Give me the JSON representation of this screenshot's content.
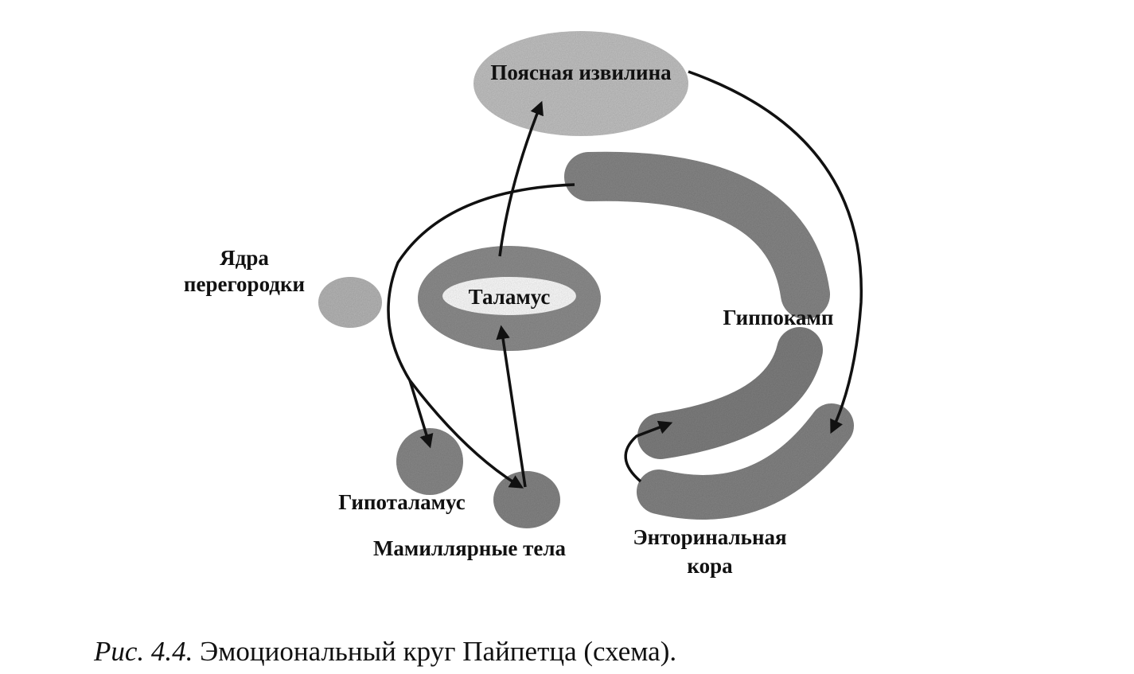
{
  "diagram": {
    "nodes": {
      "cingulate": "Поясная извилина",
      "thalamus": "Таламус",
      "septal_line1": "Ядра",
      "septal_line2": "перегородки",
      "hippocampus": "Гиппокамп",
      "hypothalamus": "Гипоталамус",
      "mamillary": "Мамиллярные тела",
      "entorhinal_line1": "Энторинальная",
      "entorhinal_line2": "кора"
    },
    "colors": {
      "light": "#bdbdbd",
      "medium": "#8c8c8c",
      "dark": "#777777"
    }
  },
  "caption": {
    "prefix": "Рис. 4.4.",
    "text": "Эмоциональный круг Пайпетца (схема)."
  }
}
